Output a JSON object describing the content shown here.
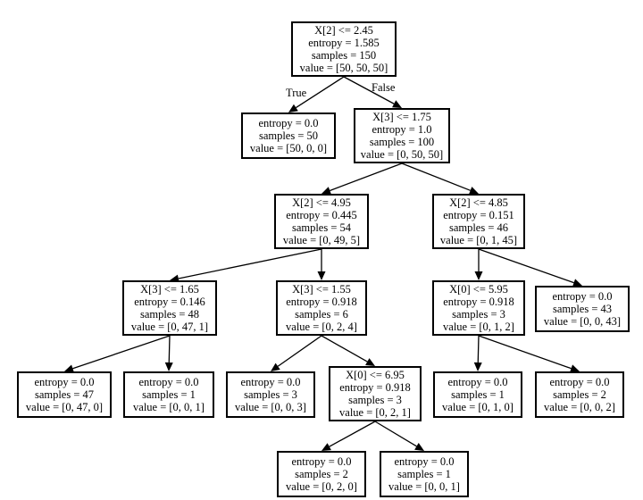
{
  "colors": {
    "border": "#000000",
    "background": "#ffffff",
    "text": "#000000"
  },
  "edge_labels": {
    "true": "True",
    "false": "False"
  },
  "nodes": [
    {
      "id": "n0",
      "lines": [
        "X[2] <= 2.45",
        "entropy = 1.585",
        "samples = 150",
        "value = [50, 50, 50]"
      ]
    },
    {
      "id": "n1",
      "lines": [
        "entropy = 0.0",
        "samples = 50",
        "value = [50, 0, 0]"
      ]
    },
    {
      "id": "n2",
      "lines": [
        "X[3] <= 1.75",
        "entropy = 1.0",
        "samples = 100",
        "value = [0, 50, 50]"
      ]
    },
    {
      "id": "n3",
      "lines": [
        "X[2] <= 4.95",
        "entropy = 0.445",
        "samples = 54",
        "value = [0, 49, 5]"
      ]
    },
    {
      "id": "n4",
      "lines": [
        "X[2] <= 4.85",
        "entropy = 0.151",
        "samples = 46",
        "value = [0, 1, 45]"
      ]
    },
    {
      "id": "n5",
      "lines": [
        "X[3] <= 1.65",
        "entropy = 0.146",
        "samples = 48",
        "value = [0, 47, 1]"
      ]
    },
    {
      "id": "n6",
      "lines": [
        "X[3] <= 1.55",
        "entropy = 0.918",
        "samples = 6",
        "value = [0, 2, 4]"
      ]
    },
    {
      "id": "n7",
      "lines": [
        "X[0] <= 5.95",
        "entropy = 0.918",
        "samples = 3",
        "value = [0, 1, 2]"
      ]
    },
    {
      "id": "n8",
      "lines": [
        "entropy = 0.0",
        "samples = 43",
        "value = [0, 0, 43]"
      ]
    },
    {
      "id": "n9",
      "lines": [
        "entropy = 0.0",
        "samples = 47",
        "value = [0, 47, 0]"
      ]
    },
    {
      "id": "n10",
      "lines": [
        "entropy = 0.0",
        "samples = 1",
        "value = [0, 0, 1]"
      ]
    },
    {
      "id": "n11",
      "lines": [
        "entropy = 0.0",
        "samples = 3",
        "value = [0, 0, 3]"
      ]
    },
    {
      "id": "n12",
      "lines": [
        "X[0] <= 6.95",
        "entropy = 0.918",
        "samples = 3",
        "value = [0, 2, 1]"
      ]
    },
    {
      "id": "n13",
      "lines": [
        "entropy = 0.0",
        "samples = 1",
        "value = [0, 1, 0]"
      ]
    },
    {
      "id": "n14",
      "lines": [
        "entropy = 0.0",
        "samples = 2",
        "value = [0, 0, 2]"
      ]
    },
    {
      "id": "n15",
      "lines": [
        "entropy = 0.0",
        "samples = 2",
        "value = [0, 2, 0]"
      ]
    },
    {
      "id": "n16",
      "lines": [
        "entropy = 0.0",
        "samples = 1",
        "value = [0, 0, 1]"
      ]
    }
  ],
  "edges": [
    [
      "n0",
      "n1"
    ],
    [
      "n0",
      "n2"
    ],
    [
      "n2",
      "n3"
    ],
    [
      "n2",
      "n4"
    ],
    [
      "n3",
      "n5"
    ],
    [
      "n3",
      "n6"
    ],
    [
      "n4",
      "n7"
    ],
    [
      "n4",
      "n8"
    ],
    [
      "n5",
      "n9"
    ],
    [
      "n5",
      "n10"
    ],
    [
      "n6",
      "n11"
    ],
    [
      "n6",
      "n12"
    ],
    [
      "n7",
      "n13"
    ],
    [
      "n7",
      "n14"
    ],
    [
      "n12",
      "n15"
    ],
    [
      "n12",
      "n16"
    ]
  ]
}
